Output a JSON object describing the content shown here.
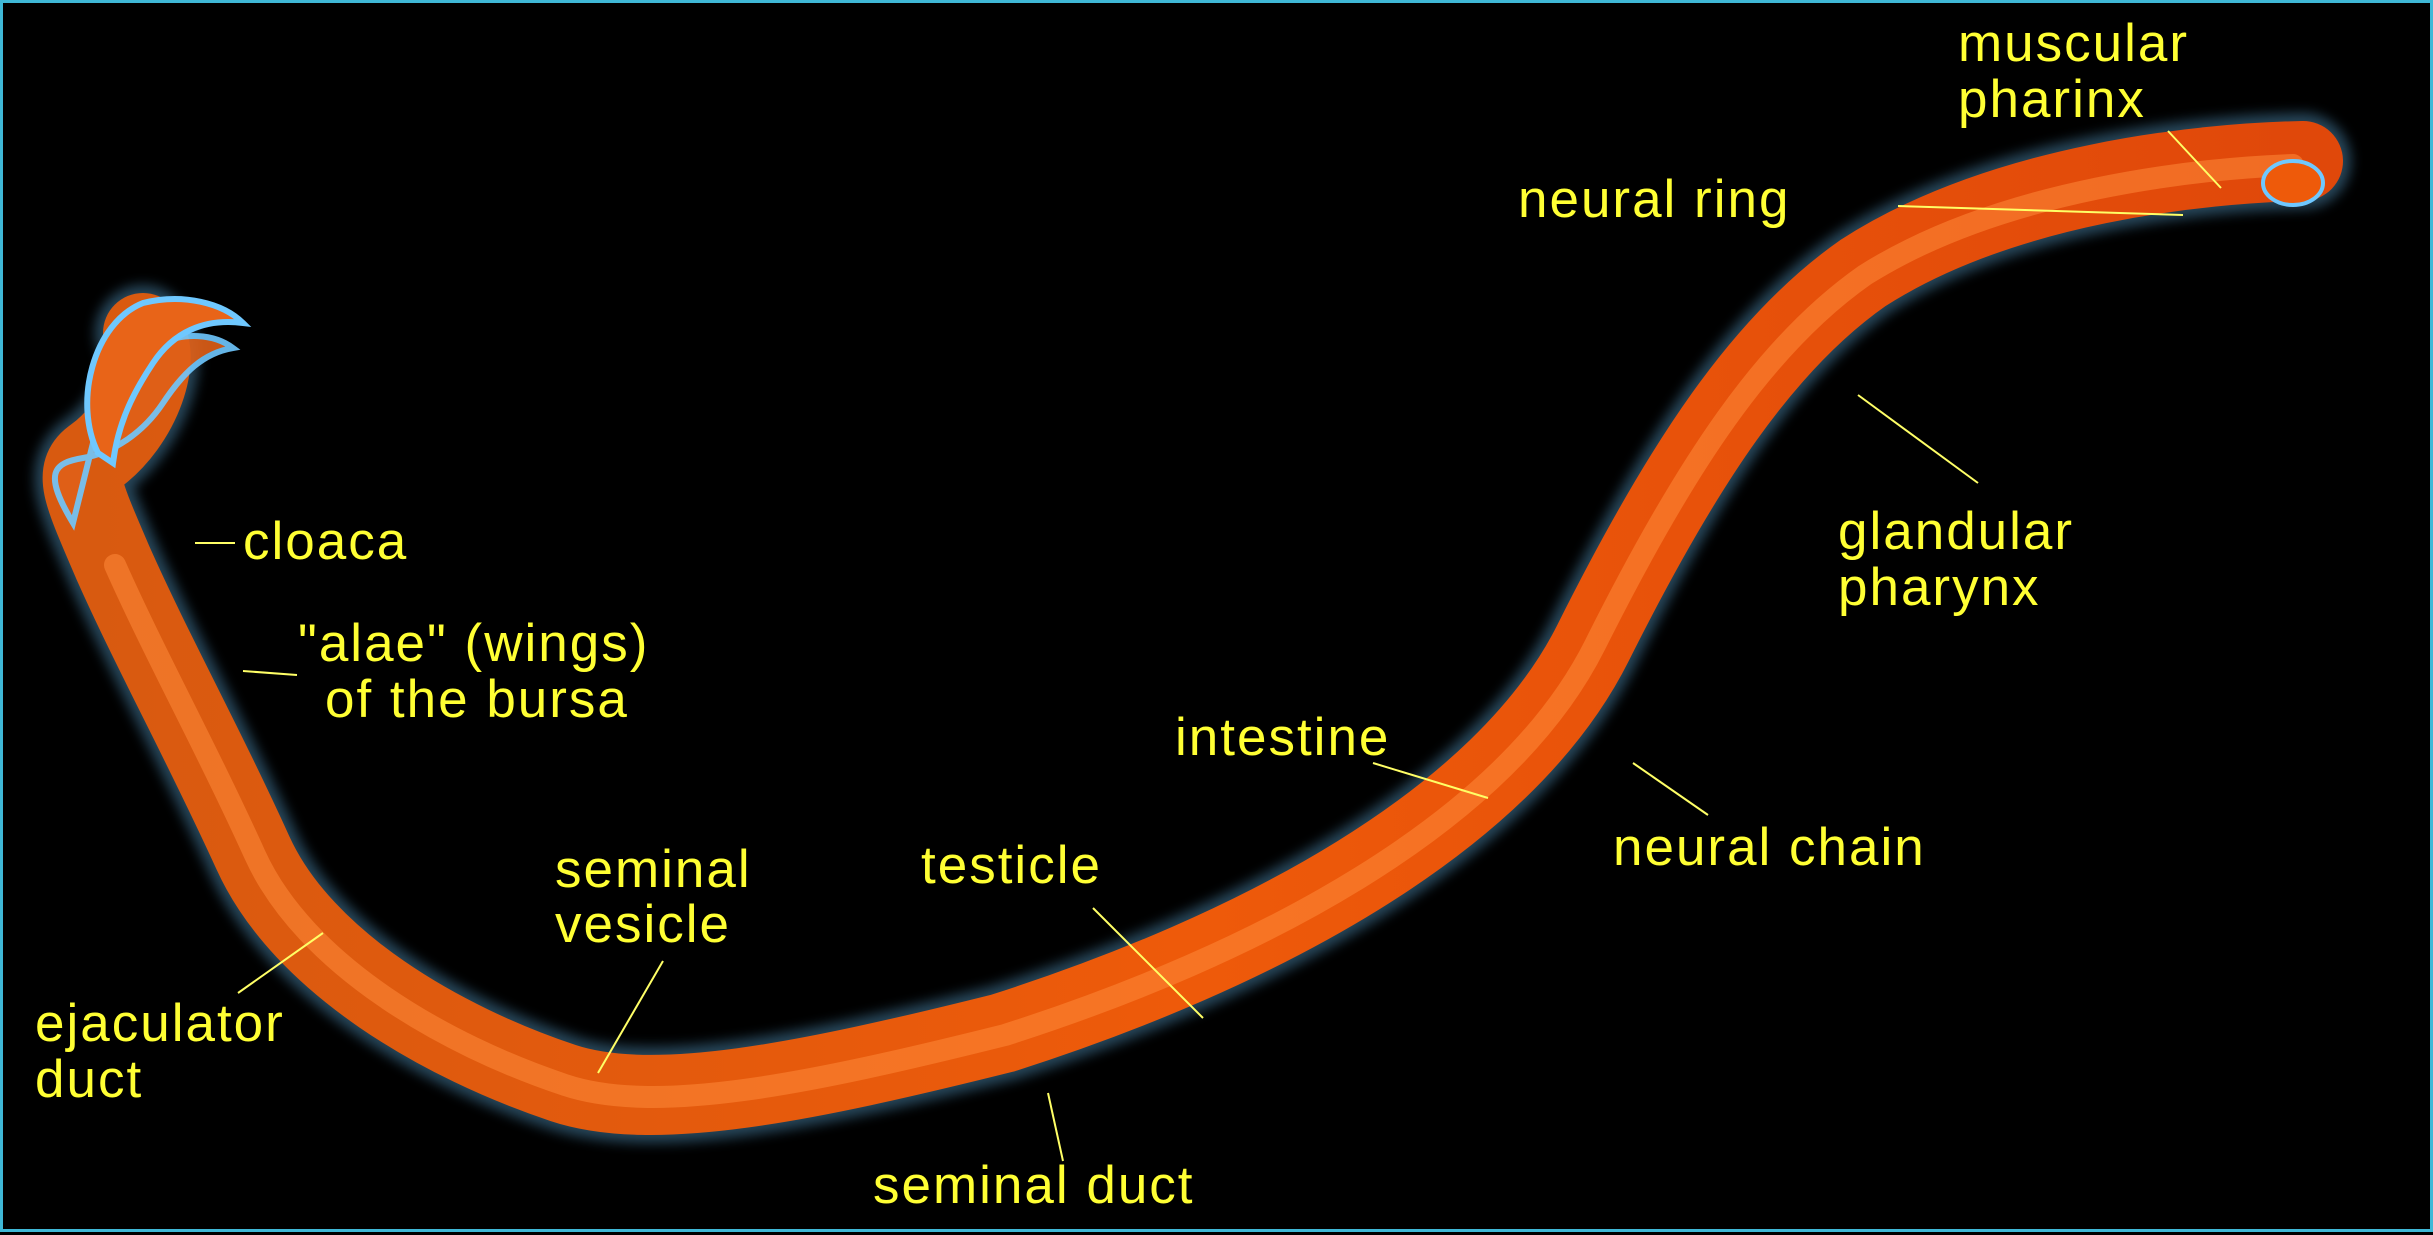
{
  "labels": {
    "muscular_pharinx_1": "muscular",
    "muscular_pharinx_2": "pharinx",
    "neural_ring": "neural ring",
    "glandular_pharynx_1": "glandular",
    "glandular_pharynx_2": "pharynx",
    "cloaca": "cloaca",
    "alae_1": "\"alae\" (wings)",
    "alae_2": "of the bursa",
    "intestine": "intestine",
    "neural_chain": "neural chain",
    "seminal_vesicle_1": "seminal",
    "seminal_vesicle_2": "vesicle",
    "testicle": "testicle",
    "ejaculator_duct_1": "ejaculator",
    "ejaculator_duct_2": "duct",
    "seminal_duct": "seminal duct"
  },
  "colors": {
    "background": "#000000",
    "border": "#3fb8d6",
    "label_text": "#ffff33",
    "leader_line": "#ffff66",
    "worm_body": "#e0560c",
    "worm_highlight": "#ff8a3a",
    "worm_edge": "#6fc8ff"
  }
}
